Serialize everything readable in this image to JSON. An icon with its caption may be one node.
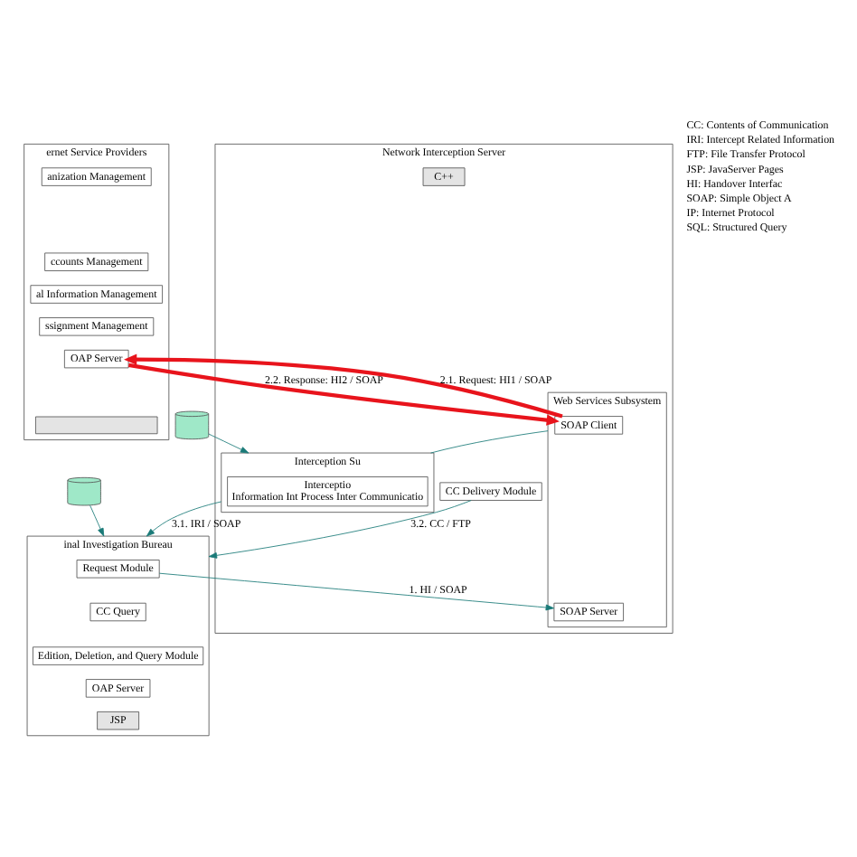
{
  "diagram": {
    "nodes": [
      {
        "text": [
          "ernet Service Providers"
        ]
      },
      {
        "text": [
          "anization Management"
        ],
        "in": 0
      },
      {
        "text": [
          "ccounts Management"
        ],
        "in": 0
      },
      {
        "text": [
          "al Information Management"
        ],
        "in": 0
      },
      {
        "text": [
          "ssignment Management"
        ],
        "in": 0
      },
      {
        "text": [
          "OAP Server"
        ],
        "in": 0
      },
      {
        "text": [],
        "shape": "box",
        "in": 0
      },
      {
        "text": [],
        "shape": "cylinder"
      },
      {
        "text": [
          "inal Investigation Bureau"
        ]
      },
      {
        "text": [
          "Request Module"
        ],
        "in": 8
      },
      {
        "text": [
          "CC Query"
        ],
        "in": 8
      },
      {
        "text": [
          "Edition, Deletion, and Query Module"
        ],
        "in": 8
      },
      {
        "text": [
          "OAP Server"
        ],
        "in": 8
      },
      {
        "text": [
          "JSP"
        ],
        "in": 8
      },
      {
        "text": [
          "Network Interception Server"
        ]
      },
      {
        "text": [
          "Web Services Subsystem"
        ],
        "in": 14
      },
      {
        "text": [
          "SOAP Client"
        ],
        "in": 15
      },
      {
        "text": [
          "SOAP Server"
        ],
        "in": 15
      },
      {
        "text": [
          "CC Delivery Module"
        ],
        "in": 14
      },
      {
        "text": [
          "Interception Su"
        ],
        "in": 14
      },
      {
        "text": [
          "Interceptio",
          "Information Int Process Inter Communicatio"
        ],
        "in": 19
      },
      {
        "text": [
          "C++"
        ],
        "in": 14
      },
      {
        "text": [],
        "shape": "cylinder"
      }
    ],
    "edges": [
      {
        "from": 7,
        "to": 8,
        "arrow": "to"
      },
      {
        "from": 9,
        "to": 17,
        "arrow": "to",
        "label": "1. HI / SOAP"
      },
      {
        "from": 16,
        "to": 5,
        "arrow": "to",
        "label": "2.1. Request: HI1 / SOAP",
        "color": "#e8141c",
        "style": "thick"
      },
      {
        "from": 5,
        "to": 16,
        "arrow": "to",
        "label": "2.2. Response: HI2 / SOAP",
        "color": "#e8141c",
        "style": "thick"
      },
      {
        "from": 22,
        "to": 19,
        "arrow": "to"
      },
      {
        "from": 15,
        "to": 19,
        "arrow": "none"
      },
      {
        "from": 18,
        "to": 8,
        "arrow": "to",
        "label": "3.2. CC / FTP"
      },
      {
        "from": 19,
        "to": 8,
        "arrow": "to",
        "label": "3.1. IRI / SOAP"
      }
    ],
    "labels": [
      "CC: Contents of Communication",
      "IRI: Intercept Related Information",
      "FTP: File Transfer Protocol",
      "JSP: JavaServer Pages",
      "HI: Handover Interfac",
      "SOAP: Simple Object A",
      "IP: Internet Protocol",
      "SQL: Structured Query"
    ]
  }
}
